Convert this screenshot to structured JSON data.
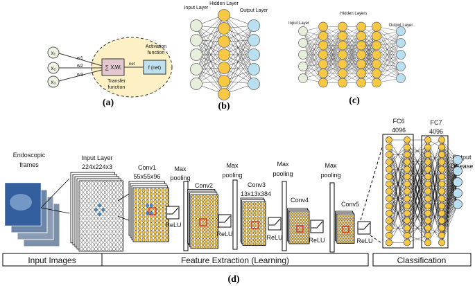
{
  "panel_a": {
    "label": "(a)",
    "inputs": [
      "x₁",
      "x₂",
      "x₃"
    ],
    "weights": [
      "w1",
      "w2",
      "w3"
    ],
    "sum_label": "∑ XᵢWᵢ",
    "net_label": "net",
    "activation_box": "f (net)",
    "activation_caption": [
      "Activation",
      "function"
    ],
    "transfer_caption": [
      "Transfer",
      "function"
    ],
    "colors": {
      "ellipse": "#fdf0c4",
      "sum_box": "#e3c9cf",
      "act_box": "#bfe0ef",
      "input": "#eef3e4"
    }
  },
  "panel_b": {
    "label": "(b)",
    "input_layer": "Input Layer",
    "hidden_layer": "Hidden Layer",
    "output_layer": "Output Layer",
    "counts": [
      5,
      7,
      5
    ]
  },
  "panel_c": {
    "label": "(c)",
    "input_layer": "Input Layer",
    "hidden_layers": "Hidden Layers",
    "output_layer": "Output Layer",
    "counts": [
      5,
      7,
      7,
      7,
      7,
      5
    ]
  },
  "panel_d": {
    "label": "(d)",
    "endoscopic": [
      "Endoscopic",
      "frames"
    ],
    "input_layer": [
      "Input Layer",
      "224x224x3"
    ],
    "conv1": [
      "Conv1",
      "55x55x96"
    ],
    "conv2": "Conv2",
    "conv3": [
      "Conv3",
      "13x13x384"
    ],
    "conv4": "Conv4",
    "conv5": "Conv5",
    "max_pooling": [
      "Max",
      "pooling"
    ],
    "relu": "ReLU",
    "fc6": [
      "FC6",
      "4096"
    ],
    "fc7": [
      "FC7",
      "4096"
    ],
    "output": [
      "Output",
      "Disease"
    ],
    "sections": [
      "Input Images",
      "Feature Extraction (Learning)",
      "Classification"
    ],
    "colors": {
      "neuron_yellow": "#f7c844",
      "neuron_blue": "#b9dff0",
      "neuron_green": "#e6efdc",
      "red_square": "#e2231a"
    }
  }
}
